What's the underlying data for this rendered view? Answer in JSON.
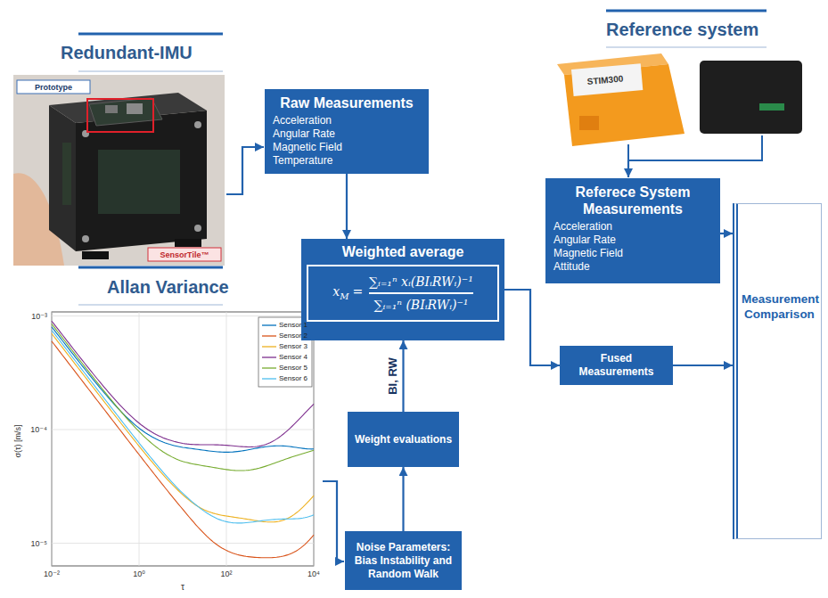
{
  "diagram": {
    "nodes": [
      {
        "text": [
          "Raw Measurements",
          "Acceleration",
          "Angular Rate",
          "Magnetic Field",
          "Temperature"
        ]
      },
      {
        "text": [
          "Referece System Measurements",
          "Acceleration",
          "Angular Rate",
          "Magnetic Field",
          "Attitude"
        ]
      },
      {
        "text": [
          "Weighted average",
          "x",
          "M",
          "=",
          "∑ᵢ₌₁ⁿ xᵢ(BIᵢRWᵢ)⁻¹",
          "∑ᵢ₌₁ⁿ (BIᵢRWᵢ)⁻¹"
        ]
      },
      {
        "text": [
          "Measurement Comparison"
        ]
      },
      {
        "text": [
          "Fused Measurements"
        ]
      },
      {
        "text": [
          "Weight evaluations"
        ]
      },
      {
        "text": [
          "Noise Parameters: Bias Instability and Random Walk"
        ]
      }
    ],
    "edges": [
      {
        "from": 0,
        "to": 2,
        "arrow": "to"
      },
      {
        "from": 1,
        "to": 3,
        "arrow": "to"
      },
      {
        "from": 2,
        "to": 4,
        "arrow": "to"
      },
      {
        "from": 4,
        "to": 3,
        "arrow": "to"
      },
      {
        "from": 6,
        "to": 5,
        "arrow": "to"
      },
      {
        "from": 5,
        "to": 2,
        "arrow": "to",
        "label": "BI, RW"
      }
    ],
    "labels": [
      "Redundant-IMU",
      "Prototype",
      "SensorTile™",
      "Reference system",
      "STIM300",
      "Allan Variance",
      "10⁻³",
      "10⁻⁴",
      "10⁻⁵",
      "10⁻²",
      "10⁰",
      "10²",
      "10⁴",
      "σ(τ) [m/s]",
      "τ"
    ],
    "legend": [
      {
        "text": "Sensor 1"
      },
      {
        "text": "Sensor 2"
      },
      {
        "text": "Sensor 3"
      },
      {
        "text": "Sensor 4"
      },
      {
        "text": "Sensor 5"
      },
      {
        "text": "Sensor 6"
      }
    ]
  }
}
